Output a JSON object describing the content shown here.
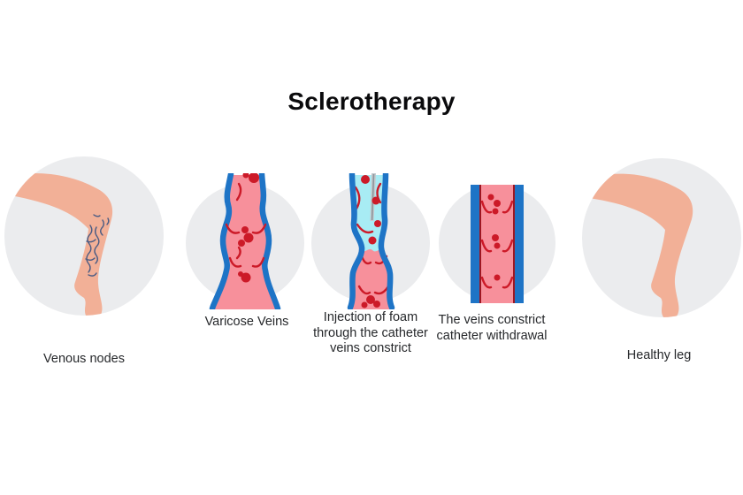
{
  "title": "Sclerotherapy",
  "figures": [
    {
      "name": "venous-nodes",
      "caption_lines": [
        "Venous nodes"
      ]
    },
    {
      "name": "varicose-veins",
      "caption_lines": [
        "Varicose Veins"
      ]
    },
    {
      "name": "foam-injection",
      "caption_lines": [
        "Injection of foam",
        "through the catheter",
        "veins constrict"
      ]
    },
    {
      "name": "catheter-withdrawal",
      "caption_lines": [
        "The veins constrict",
        "catheter withdrawal"
      ]
    },
    {
      "name": "healthy-leg",
      "caption_lines": [
        "Healthy leg"
      ]
    }
  ],
  "colors": {
    "background": "#ffffff",
    "circle_bg": "#ebecee",
    "skin": "#f2b097",
    "vein_wall_blue": "#1e74c6",
    "vein_blood_pink": "#f7909b",
    "detail_red": "#cc1a28",
    "inner_maroon": "#9e1722",
    "foam_cyan": "#a8ecf4",
    "catheter_gray": "#c3c9cd",
    "catheter_core": "#8d959b",
    "leg_vein_blue": "#4b5c84",
    "text": "#26282b",
    "title_color": "#0a0a0c"
  }
}
